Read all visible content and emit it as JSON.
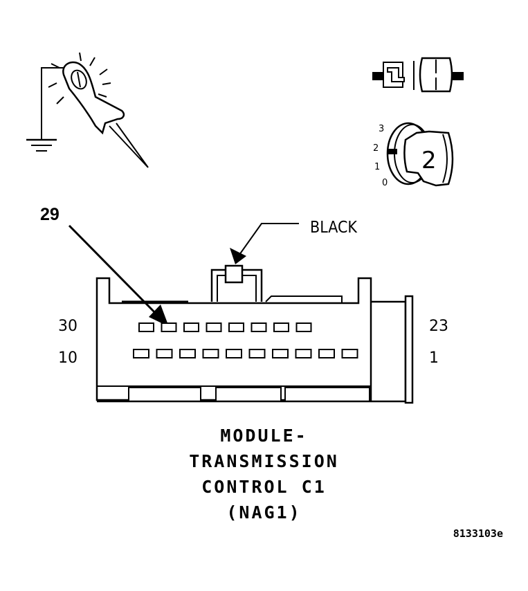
{
  "callout": {
    "number": "29"
  },
  "wire_color": "BLACK",
  "pin_labels": {
    "top_left": "30",
    "bottom_left": "10",
    "top_right": "23",
    "bottom_right": "1"
  },
  "key_positions": [
    "3",
    "2",
    "1",
    "0"
  ],
  "key_digit": "2",
  "caption_lines": [
    "MODULE-",
    "TRANSMISSION",
    "CONTROL C1",
    "(NAG1)"
  ],
  "figure_id": "8133103e",
  "colors": {
    "ink": "#000000",
    "background": "#ffffff"
  },
  "icons": [
    "test-light-probe-icon",
    "ground-symbol-icon",
    "connector-icon",
    "ignition-key-icon"
  ]
}
